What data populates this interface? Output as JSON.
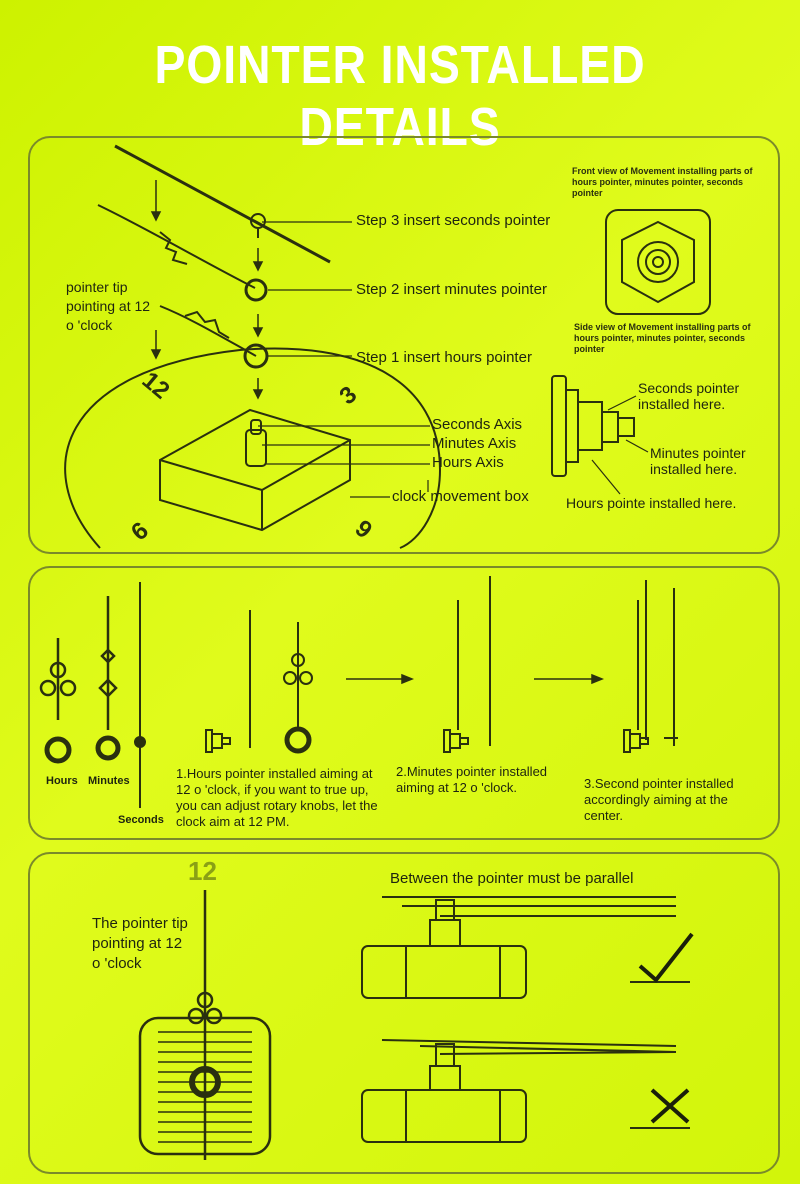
{
  "title": "POINTER INSTALLED DETAILS",
  "section1": {
    "tip_label": "pointer tip pointing at 12 o 'clock",
    "step3": "Step 3 insert seconds pointer",
    "step2": "Step 2 insert minutes pointer",
    "step1": "Step 1 insert hours pointer",
    "seconds_axis": "Seconds Axis",
    "minutes_axis": "Minutes Axis",
    "hours_axis": "Hours Axis",
    "movement_box": "clock movement box",
    "dial_12": "12",
    "dial_3": "3",
    "dial_6": "6",
    "dial_9": "9",
    "front_view": "Front view of Movement installing parts of hours pointer, minutes pointer, seconds pointer",
    "side_view": "Side view of Movement installing parts of hours pointer, minutes pointer, seconds pointer",
    "seconds_installed": "Seconds pointer installed here.",
    "minutes_installed": "Minutes pointer installed here.",
    "hours_installed": "Hours pointe installed here."
  },
  "section2": {
    "hours": "Hours",
    "minutes": "Minutes",
    "seconds": "Seconds",
    "step1": "1.Hours pointer installed aiming at 12 o 'clock, if you want to true up, you can adjust rotary knobs, let the clock aim at 12 PM.",
    "step2": "2.Minutes pointer installed aiming at 12 o 'clock.",
    "step3": "3.Second pointer installed accordingly aiming at the center."
  },
  "section3": {
    "dial_12": "12",
    "tip_label": "The pointer tip pointing at 12 o 'clock",
    "parallel": "Between the pointer must be parallel",
    "correct_icon": "check-mark-icon",
    "wrong_icon": "cross-mark-icon"
  }
}
